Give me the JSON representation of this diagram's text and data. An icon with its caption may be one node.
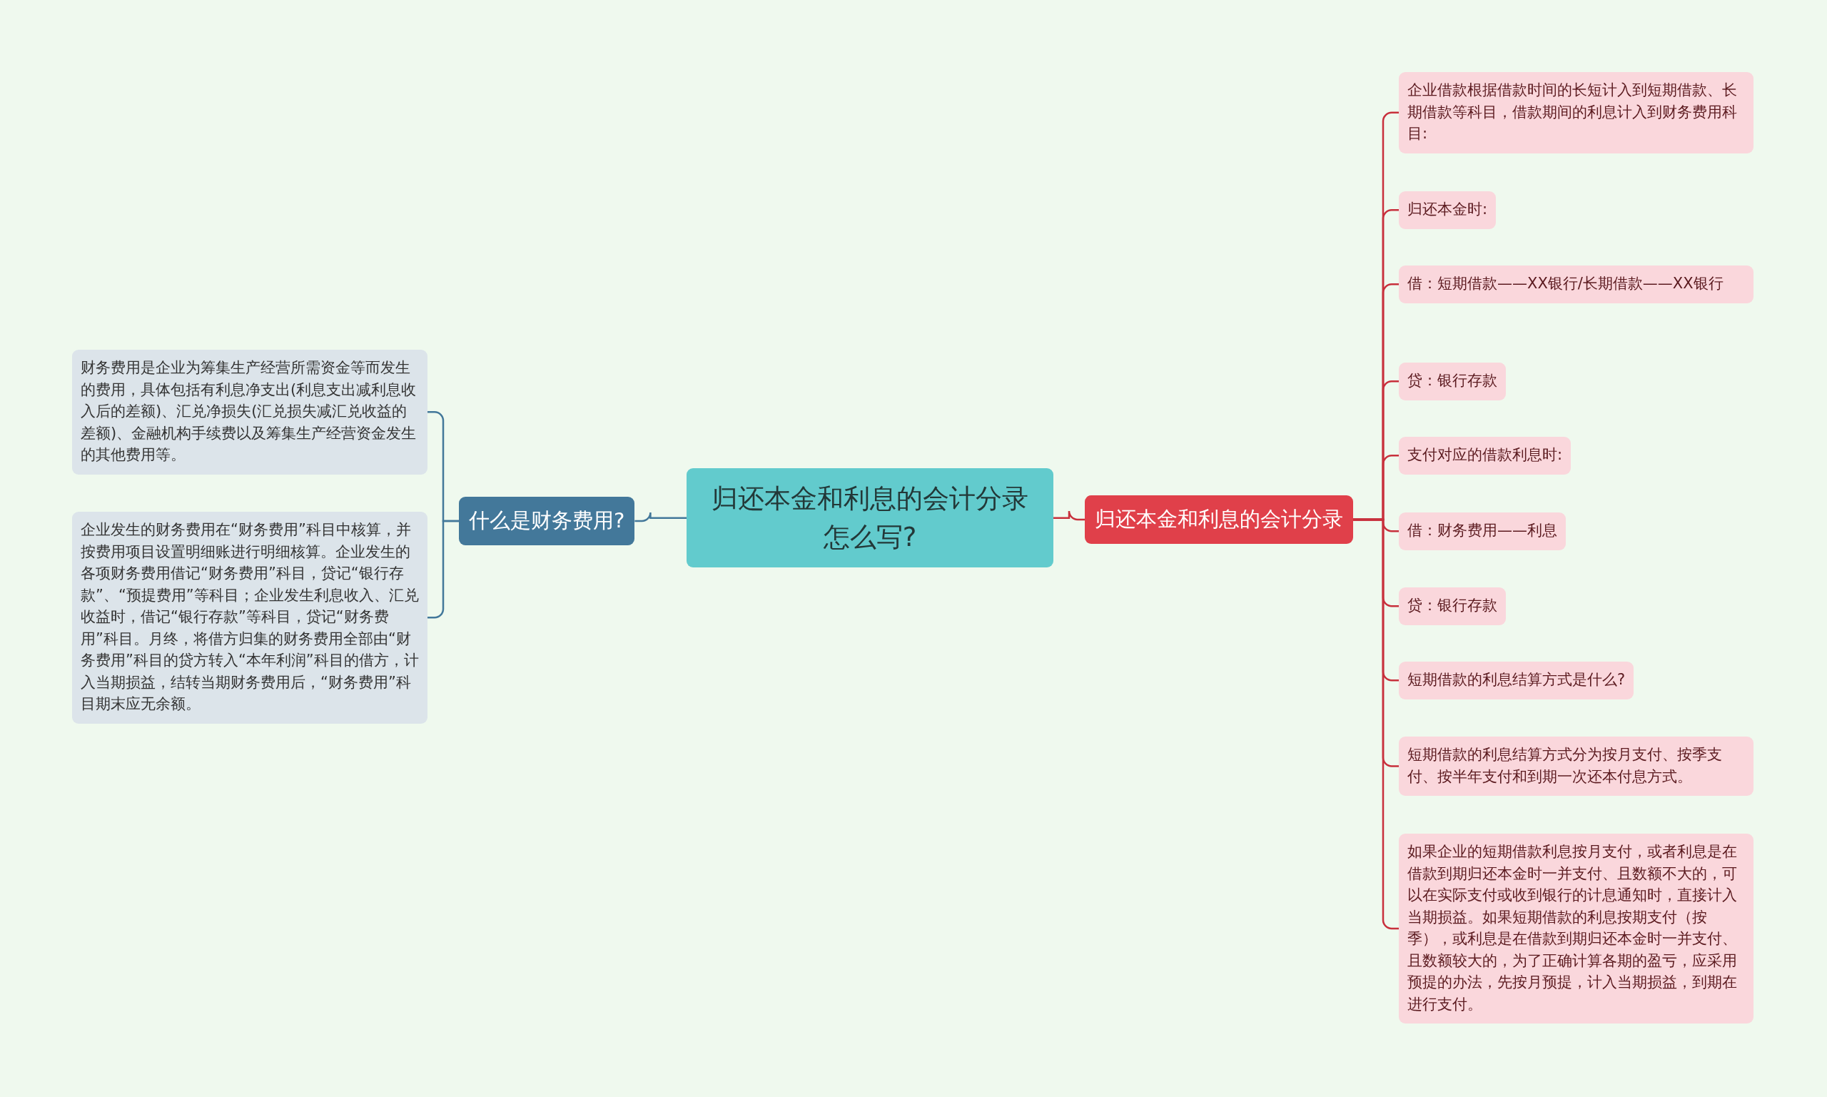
{
  "diagram": {
    "nodes": [
      {
        "text": [
          "归还本金和利息的会计分录怎么写?"
        ]
      },
      {
        "text": [
          "什么是财务费用?"
        ]
      },
      {
        "text": [
          "财务费用是企业为筹集生产经营所需资金等而发生的费用，具体包括有利息净支出(利息支出减利息收入后的差额)、汇兑净损失(汇兑损失减汇兑收益的差额)、金融机构手续费以及筹集生产经营资金发生的其他费用等。"
        ]
      },
      {
        "text": [
          "企业发生的财务费用在“财务费用”科目中核算，并按费用项目设置明细账进行明细核算。企业发生的各项财务费用借记“财务费用”科目，贷记“银行存款”、“预提费用”等科目；企业发生利息收入、汇兑收益时，借记“银行存款”等科目，贷记“财务费用”科目。月终，将借方归集的财务费用全部由“财务费用”科目的贷方转入“本年利润”科目的借方，计入当期损益，结转当期财务费用后，“财务费用”科目期末应无余额。"
        ]
      },
      {
        "text": [
          "归还本金和利息的会计分录"
        ]
      },
      {
        "text": [
          "企业借款根据借款时间的长短计入到短期借款、长期借款等科目，借款期间的利息计入到财务费用科目:"
        ]
      },
      {
        "text": [
          "归还本金时:"
        ]
      },
      {
        "text": [
          "借：短期借款——XX银行/长期借款——XX银行"
        ]
      },
      {
        "text": [
          "贷：银行存款"
        ]
      },
      {
        "text": [
          "支付对应的借款利息时:"
        ]
      },
      {
        "text": [
          "借：财务费用——利息"
        ]
      },
      {
        "text": [
          "贷：银行存款"
        ]
      },
      {
        "text": [
          "短期借款的利息结算方式是什么?"
        ]
      },
      {
        "text": [
          "短期借款的利息结算方式分为按月支付、按季支付、按半年支付和到期一次还本付息方式。"
        ]
      },
      {
        "text": [
          "如果企业的短期借款利息按月支付，或者利息是在借款到期归还本金时一并支付、且数额不大的，可以在实际支付或收到银行的计息通知时，直接计入当期损益。如果短期借款的利息按期支付（按季），或利息是在借款到期归还本金时一并支付、且数额较大的，为了正确计算各期的盈亏，应采用预提的办法，先按月预提，计入当期损益，到期在进行支付。"
        ]
      }
    ],
    "edges": [
      {
        "from": 0,
        "to": 1,
        "arrow": "none",
        "color": "#43789a"
      },
      {
        "from": 1,
        "to": 2,
        "arrow": "none",
        "color": "#43789a"
      },
      {
        "from": 1,
        "to": 3,
        "arrow": "none",
        "color": "#43789a"
      },
      {
        "from": 0,
        "to": 4,
        "arrow": "none"
      },
      {
        "from": 4,
        "to": 5,
        "arrow": "none"
      },
      {
        "from": 4,
        "to": 6,
        "arrow": "none"
      },
      {
        "from": 4,
        "to": 7,
        "arrow": "none"
      },
      {
        "from": 4,
        "to": 8,
        "arrow": "none"
      },
      {
        "from": 4,
        "to": 9,
        "arrow": "none"
      },
      {
        "from": 4,
        "to": 10,
        "arrow": "none"
      },
      {
        "from": 4,
        "to": 11,
        "arrow": "none"
      },
      {
        "from": 4,
        "to": 12,
        "arrow": "none"
      },
      {
        "from": 4,
        "to": 13,
        "arrow": "none"
      },
      {
        "from": 4,
        "to": 14,
        "arrow": "none"
      }
    ]
  }
}
